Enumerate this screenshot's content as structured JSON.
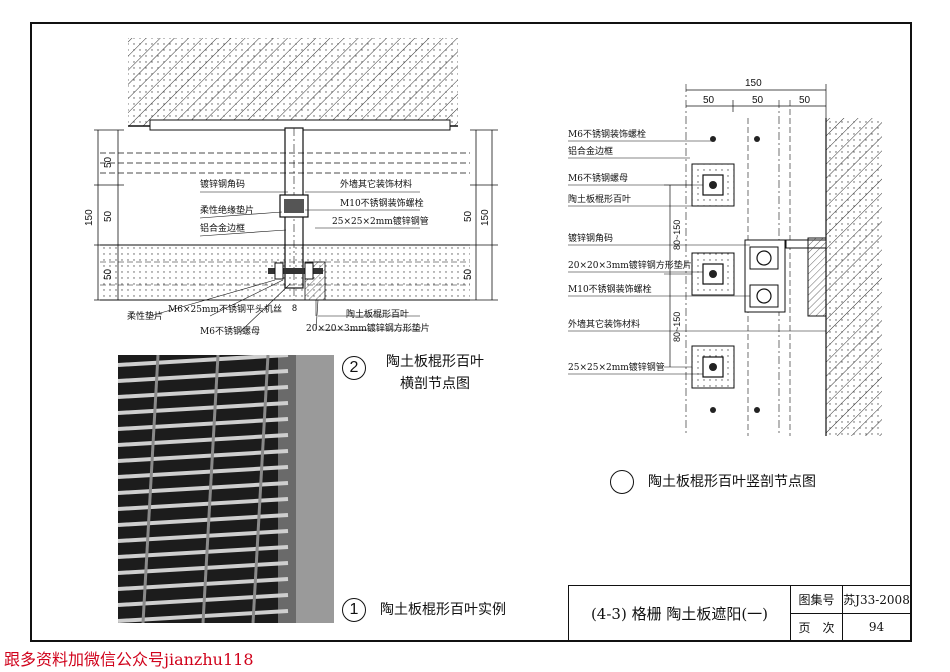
{
  "drawing_2": {
    "number": "2",
    "caption_line1": "陶土板棍形百叶",
    "caption_line2": "横剖节点图",
    "labels": {
      "galvanized_angle": "镀锌钢角码",
      "flexible_pad": "柔性绝缘垫片",
      "alu_frame": "铝合金边框",
      "exterior_finish": "外墙其它装饰材料",
      "m10_bolt": "M10不锈钢装饰螺栓",
      "steel_tube": "25×25×2mm镀锌钢管",
      "flex_pad2": "柔性垫片",
      "m6_screw": "M6×25mm不锈钢平头机丝",
      "m6_nut": "M6不锈钢螺母",
      "clay_louver": "陶土板棍形百叶",
      "square_pad": "20×20×3mm镀锌钢方形垫片"
    },
    "dims": {
      "d50a": "50",
      "d50b": "50",
      "d50c": "50",
      "d150": "150",
      "r50a": "50",
      "r50b": "50",
      "r150": "150",
      "small8": "8"
    }
  },
  "drawing_1": {
    "number": "1",
    "caption": "陶土板棍形百叶实例"
  },
  "drawing_3": {
    "caption": "陶土板棍形百叶竖剖节点图",
    "labels": {
      "m6_bolt": "M6不锈钢装饰螺栓",
      "alu_frame": "铝合金边框",
      "m6_nut": "M6不锈钢螺母",
      "clay_louver": "陶土板棍形百叶",
      "galvanized_angle": "镀锌钢角码",
      "square_pad": "20×20×3mm镀锌钢方形垫片",
      "m10_bolt": "M10不锈钢装饰螺栓",
      "exterior_finish": "外墙其它装饰材料",
      "steel_tube": "25×25×2mm镀锌钢管"
    },
    "dims": {
      "top150": "150",
      "t50a": "50",
      "t50b": "50",
      "t50c": "50",
      "v1": "80~150",
      "v2": "80~150"
    }
  },
  "title_block": {
    "title": "(4-3) 格栅 陶土板遮阳(一)",
    "atlas_label": "图集号",
    "atlas_value": "苏J33-2008",
    "page_label": "页　次",
    "page_value": "94"
  },
  "footer_note": "跟多资料加微信公众号jianzhu118"
}
